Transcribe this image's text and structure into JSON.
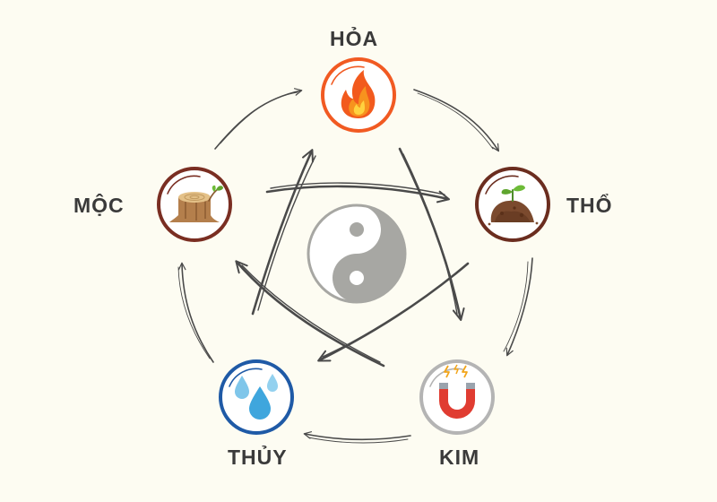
{
  "elements": {
    "hoa": {
      "label": "HỎA",
      "ring_color": "#f15a22",
      "icon": "fire-icon"
    },
    "tho": {
      "label": "THỔ",
      "ring_color": "#6b2d1f",
      "icon": "soil-sprout-icon"
    },
    "kim": {
      "label": "KIM",
      "ring_color": "#b4b4b4",
      "icon": "magnet-icon"
    },
    "thuy": {
      "label": "THỦY",
      "ring_color": "#1f5aa6",
      "icon": "water-drops-icon"
    },
    "moc": {
      "label": "MỘC",
      "ring_color": "#7a2e22",
      "icon": "tree-stump-icon"
    }
  },
  "center": {
    "icon": "yin-yang-icon",
    "color": "#a7a7a3"
  },
  "arrow_color": "#4a4a4a",
  "background": "#fdfcf2"
}
